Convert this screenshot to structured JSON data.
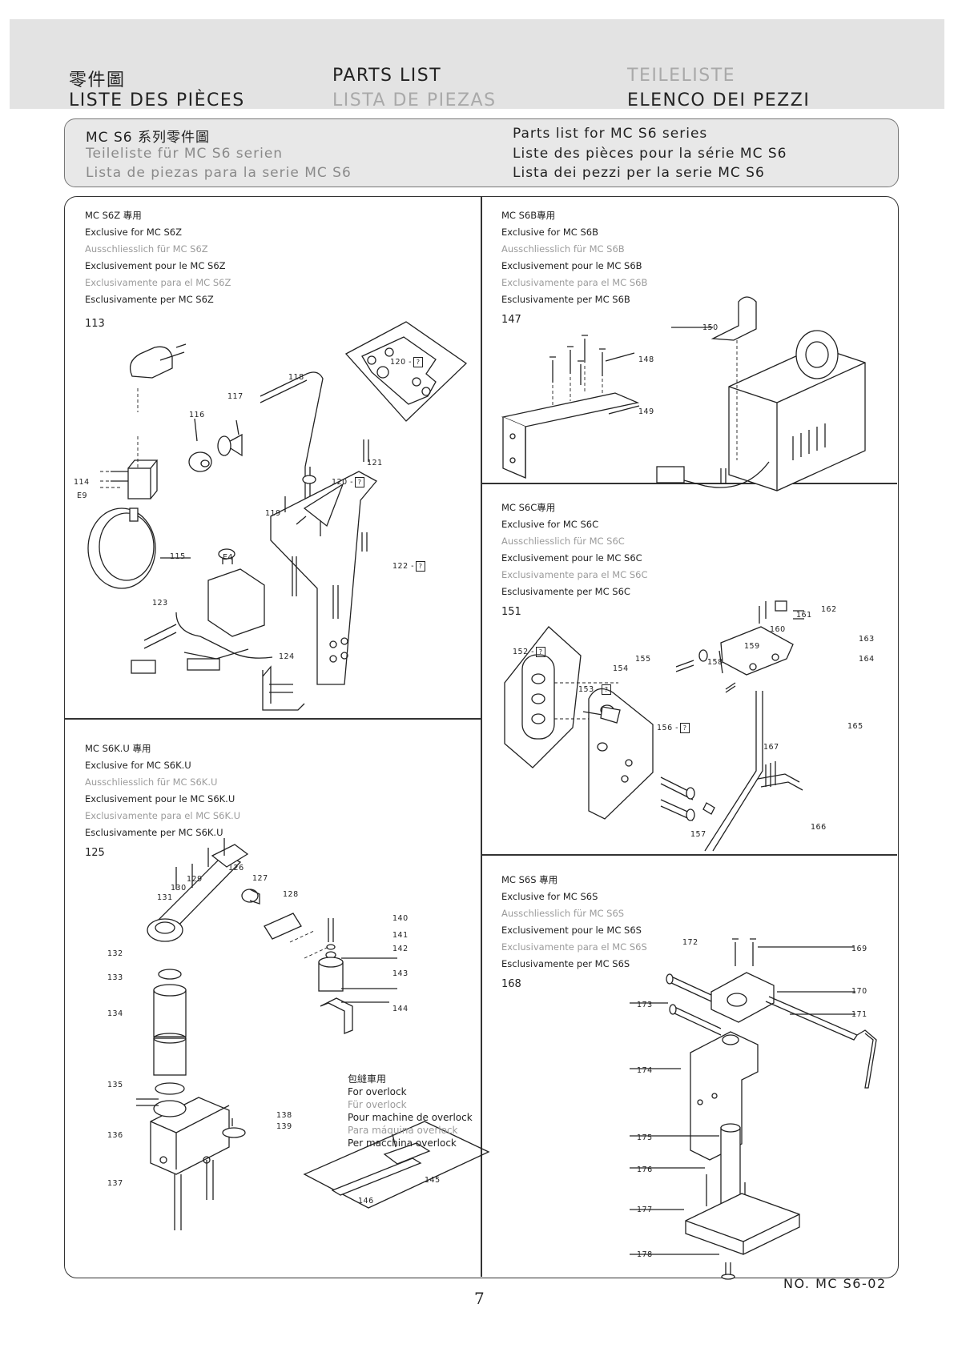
{
  "header": {
    "zh": "零件圖",
    "en": "PARTS LIST",
    "de": "TEILELISTE",
    "fr": "LISTE DES PIÈCES",
    "es": "LISTA DE PIEZAS",
    "it": "ELENCO DEI PEZZI"
  },
  "subheader": {
    "zh": "MC  S6   系列零件圖",
    "de": "Teileliste für MC S6 serien",
    "es": "Lista de piezas para la serie MC S6",
    "en": "Parts list for MC S6 series",
    "fr": "Liste des pièces pour la série MC S6",
    "it": "Lista dei pezzi per la serie MC S6"
  },
  "panels": {
    "s6z": {
      "lines": [
        "MC S6Z 專用",
        "Exclusive for MC S6Z",
        "Ausschliesslich für MC S6Z",
        "Exclusivement pour le MC S6Z",
        "Exclusivamente para el MC S6Z",
        "Esclusivamente per MC S6Z"
      ],
      "ref": "113",
      "labels": {
        "p114": "114",
        "pE9": "E9",
        "p115": "115",
        "p116": "116",
        "p117": "117",
        "p118": "118",
        "p119": "119",
        "p120a": "120 -",
        "p120b": "120 -",
        "p121": "121",
        "p122": "122 -",
        "p123": "123",
        "p124": "124",
        "pE4": "E4"
      }
    },
    "s6b": {
      "lines": [
        "MC S6B專用",
        "Exclusive for MC S6B",
        "Ausschliesslich für MC S6B",
        "Exclusivement pour le MC S6B",
        "Exclusivamente para el MC S6B",
        "Esclusivamente per MC S6B"
      ],
      "ref": "147",
      "labels": {
        "p148": "148",
        "p149": "149",
        "p150": "150"
      }
    },
    "s6c": {
      "lines": [
        "MC S6C專用",
        "Exclusive for MC S6C",
        "Ausschliesslich für MC S6C",
        "Exclusivement pour le MC S6C",
        "Exclusivamente para el MC S6C",
        "Esclusivamente per MC S6C"
      ],
      "ref": "151",
      "labels": {
        "p152": "152 -",
        "p153": "153 -",
        "p154": "154",
        "p155": "155",
        "p156": "156 -",
        "p157": "157",
        "p158": "158",
        "p159": "159",
        "p160": "160",
        "p161": "161",
        "p162": "162",
        "p163": "163",
        "p164": "164",
        "p165": "165",
        "p166": "166",
        "p167": "167"
      }
    },
    "s6ku": {
      "lines": [
        "MC S6K.U 專用",
        "Exclusive for MC S6K.U",
        "Ausschliesslich für MC S6K.U",
        "Exclusivement pour le MC S6K.U",
        "Exclusivamente para el MC S6K.U",
        "Esclusivamente per MC S6K.U"
      ],
      "ref": "125",
      "labels": {
        "p126": "126",
        "p127": "127",
        "p128": "128",
        "p129": "129",
        "p130": "130",
        "p131": "131",
        "p132": "132",
        "p133": "133",
        "p134": "134",
        "p135": "135",
        "p136": "136",
        "p137": "137",
        "p138": "138",
        "p139": "139",
        "p140": "140",
        "p141": "141",
        "p142": "142",
        "p143": "143",
        "p144": "144",
        "p145": "145",
        "p146": "146"
      },
      "overlock": [
        "包縫車用",
        "For overlock",
        "Für overlock",
        "Pour machine de overlock",
        "Para máquina overlock",
        "Per macchina overlock"
      ]
    },
    "s6s": {
      "lines": [
        "MC S6S 專用",
        "Exclusive for MC S6S",
        "Ausschliesslich für MC S6S",
        "Exclusivement pour le MC S6S",
        "Exclusivamente para el MC S6S",
        "Esclusivamente per MC S6S"
      ],
      "ref": "168",
      "labels": {
        "p169": "169",
        "p170": "170",
        "p171": "171",
        "p172": "172",
        "p173": "173",
        "p174": "174",
        "p175": "175",
        "p176": "176",
        "p177": "177",
        "p178": "178"
      }
    }
  },
  "qmark": "?",
  "footer": {
    "doc_no": "NO. MC S6-02",
    "page": "7"
  }
}
